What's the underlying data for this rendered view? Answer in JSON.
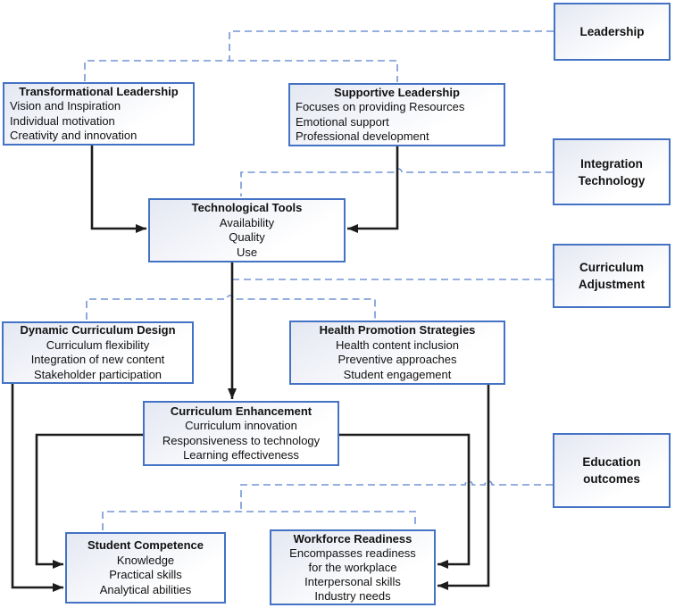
{
  "colors": {
    "background": "#ffffff",
    "box_border": "#4472c4",
    "dashed_line": "#7296d4",
    "solid_line": "#1c1c1c",
    "box_fill_top": "#e4e8f2",
    "box_fill_bottom": "#ffffff",
    "text": "#111111"
  },
  "nodes": {
    "transformational_leadership": {
      "title": "Transformational Leadership",
      "lines": [
        "Vision and Inspiration",
        "Individual motivation",
        "Creativity and innovation"
      ]
    },
    "supportive_leadership": {
      "title": "Supportive Leadership",
      "lines": [
        "Focuses on providing Resources",
        "Emotional support",
        "Professional development"
      ]
    },
    "technological_tools": {
      "title": "Technological Tools",
      "lines": [
        "Availability",
        "Quality",
        "Use"
      ]
    },
    "dynamic_curriculum_design": {
      "title": "Dynamic Curriculum Design",
      "lines": [
        "Curriculum flexibility",
        "Integration of new content",
        "Stakeholder participation"
      ]
    },
    "health_promotion_strategies": {
      "title": "Health Promotion Strategies",
      "lines": [
        "Health content inclusion",
        "Preventive approaches",
        "Student engagement"
      ]
    },
    "curriculum_enhancement": {
      "title": "Curriculum Enhancement",
      "lines": [
        "Curriculum innovation",
        "Responsiveness to technology",
        "Learning effectiveness"
      ]
    },
    "student_competence": {
      "title": "Student Competence",
      "lines": [
        "Knowledge",
        "Practical skills",
        "Analytical abilities"
      ]
    },
    "workforce_readiness": {
      "title": "Workforce Readiness",
      "lines": [
        "Encompasses readiness",
        "for the workplace",
        "Interpersonal skills",
        "Industry needs"
      ]
    },
    "leadership": {
      "title": "Leadership"
    },
    "integration_technology": {
      "title": "Integration Technology"
    },
    "curriculum_adjustment": {
      "title": "Curriculum Adjustment"
    },
    "education_outcomes": {
      "title": "Education outcomes"
    }
  }
}
